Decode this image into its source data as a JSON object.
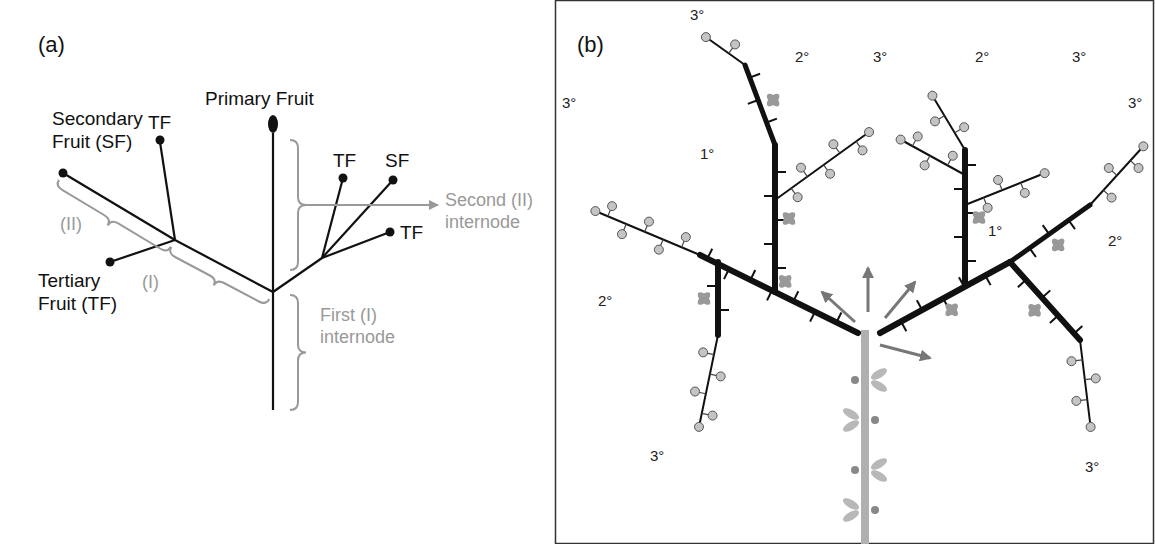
{
  "diagram": {
    "labels": [
      "(a)",
      "Secondary Fruit (SF)",
      "TF",
      "Primary Fruit",
      "TF",
      "SF",
      "(II)",
      "Second (II) internode",
      "Tertiary Fruit (TF)",
      "(I)",
      "TF",
      "First (I) internode",
      "(b)",
      "3°",
      "2°",
      "3°",
      "2°",
      "3°",
      "3°",
      "3°",
      "1°",
      "1°",
      "2°",
      "2°",
      "3°",
      "3°"
    ]
  }
}
